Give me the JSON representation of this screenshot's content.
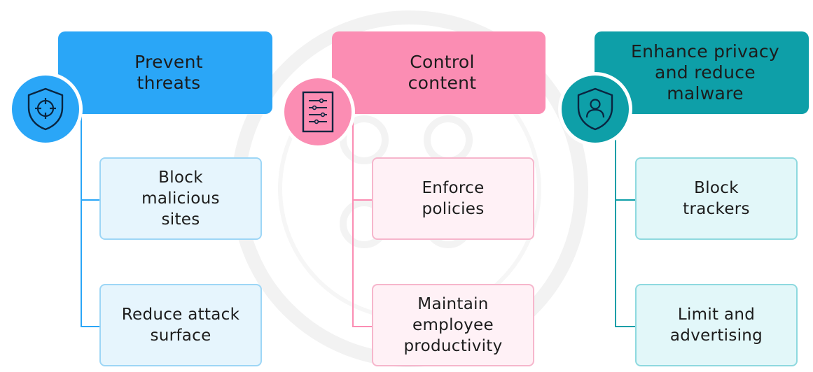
{
  "colors": {
    "blue": "#2aa6f7",
    "pink": "#fb8db3",
    "teal": "#0e9fa8",
    "blue_card_bg": "#e6f5fd",
    "blue_card_border": "#9dd6f6",
    "pink_card_bg": "#fff1f6",
    "pink_card_border": "#f6b6cc",
    "teal_card_bg": "#e2f7f9",
    "teal_card_border": "#8ed9df"
  },
  "columns": [
    {
      "title": "Prevent\nthreats",
      "icon": "shield-crosshair-icon",
      "cards": [
        {
          "label": "Block\nmalicious\nsites"
        },
        {
          "label": "Reduce attack\nsurface"
        }
      ]
    },
    {
      "title": "Control\ncontent",
      "icon": "document-sliders-icon",
      "cards": [
        {
          "label": "Enforce\npolicies"
        },
        {
          "label": "Maintain\nemployee\nproductivity"
        }
      ]
    },
    {
      "title": "Enhance privacy\nand reduce\nmalware",
      "icon": "shield-person-icon",
      "cards": [
        {
          "label": "Block\ntrackers"
        },
        {
          "label": "Limit and\nadvertising"
        }
      ]
    }
  ]
}
